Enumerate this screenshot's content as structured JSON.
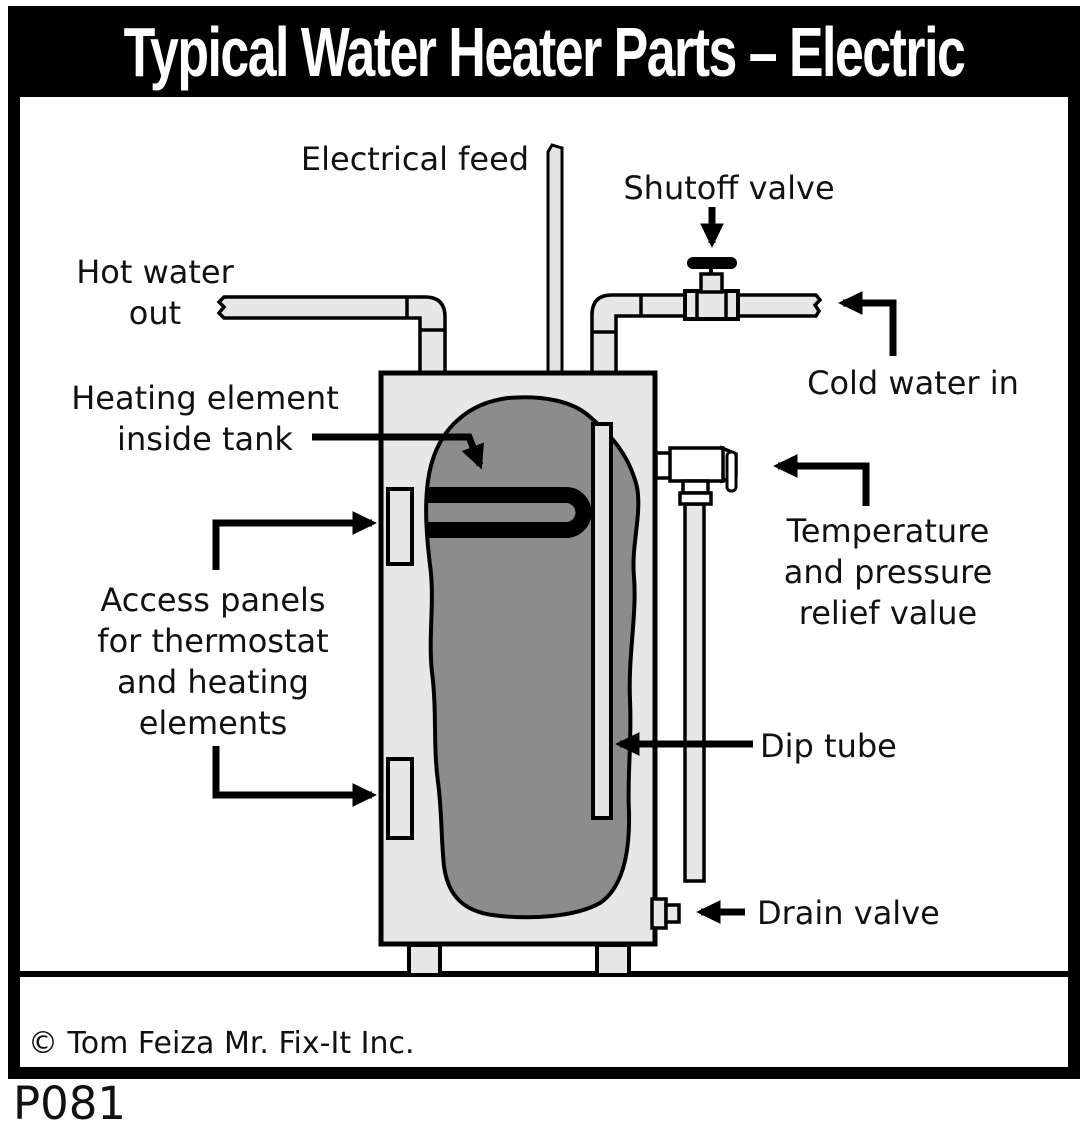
{
  "title": "Typical Water Heater Parts – Electric",
  "labels": {
    "electrical_feed": "Electrical feed",
    "shutoff_valve": "Shutoff valve",
    "hot_water_out": [
      "Hot water",
      "out"
    ],
    "cold_water_in": "Cold water in",
    "heating_element": [
      "Heating element",
      "inside tank"
    ],
    "access_panels": [
      "Access panels",
      "for thermostat",
      "and heating",
      "elements"
    ],
    "tp_relief": [
      "Temperature",
      "and pressure",
      "relief value"
    ],
    "dip_tube": "Dip tube",
    "drain_valve": "Drain valve"
  },
  "footer": {
    "copyright": "© Tom Feiza Mr. Fix-It Inc.",
    "diagram_code": "P081"
  },
  "colors": {
    "line_black": "#000000",
    "metal_light": "#e7e7e7",
    "metal_lighter": "#e3e3e3",
    "water": "#8c8c8c",
    "valve_white": "#ffffff",
    "title_bg": "#000000",
    "title_fg": "#ffffff"
  }
}
